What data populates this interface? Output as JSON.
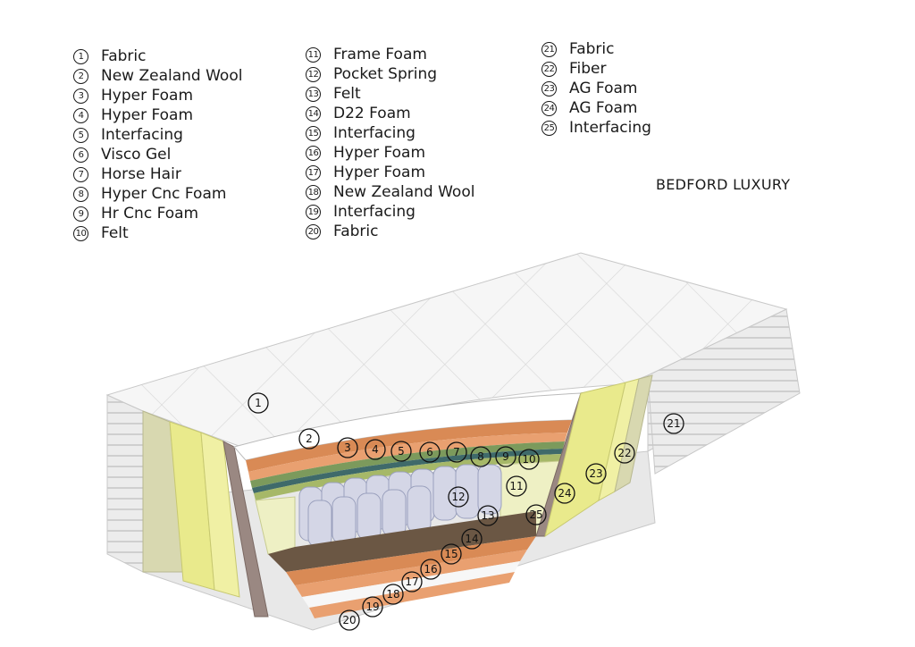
{
  "title": "BEDFORD LUXURY",
  "legend": {
    "col1": [
      {
        "n": "1",
        "label": "Fabric"
      },
      {
        "n": "2",
        "label": "New Zealand Wool"
      },
      {
        "n": "3",
        "label": "Hyper Foam"
      },
      {
        "n": "4",
        "label": "Hyper Foam"
      },
      {
        "n": "5",
        "label": "Interfacing"
      },
      {
        "n": "6",
        "label": "Visco Gel"
      },
      {
        "n": "7",
        "label": "Horse Hair"
      },
      {
        "n": "8",
        "label": "Hyper Cnc Foam"
      },
      {
        "n": "9",
        "label": "Hr Cnc Foam"
      },
      {
        "n": "10",
        "label": "Felt"
      }
    ],
    "col2": [
      {
        "n": "11",
        "label": "Frame Foam"
      },
      {
        "n": "12",
        "label": "Pocket Spring"
      },
      {
        "n": "13",
        "label": "Felt"
      },
      {
        "n": "14",
        "label": "D22 Foam"
      },
      {
        "n": "15",
        "label": "Interfacing"
      },
      {
        "n": "16",
        "label": "Hyper Foam"
      },
      {
        "n": "17",
        "label": "Hyper Foam"
      },
      {
        "n": "18",
        "label": "New Zealand Wool"
      },
      {
        "n": "19",
        "label": "Interfacing"
      },
      {
        "n": "20",
        "label": "Fabric"
      }
    ],
    "col3": [
      {
        "n": "21",
        "label": "Fabric"
      },
      {
        "n": "22",
        "label": "Fiber"
      },
      {
        "n": "23",
        "label": "AG Foam"
      },
      {
        "n": "24",
        "label": "AG Foam"
      },
      {
        "n": "25",
        "label": "Interfacing"
      }
    ]
  },
  "colors": {
    "top": "#f4f4f4",
    "side": "#e6e6e6",
    "orange_foam": "#d98a55",
    "green_foam": "#9fae66",
    "yellow_foam": "#e3e48a",
    "frame": "#eef0c4",
    "dark_base": "#6b5744",
    "spring": "#d4d6e6"
  }
}
